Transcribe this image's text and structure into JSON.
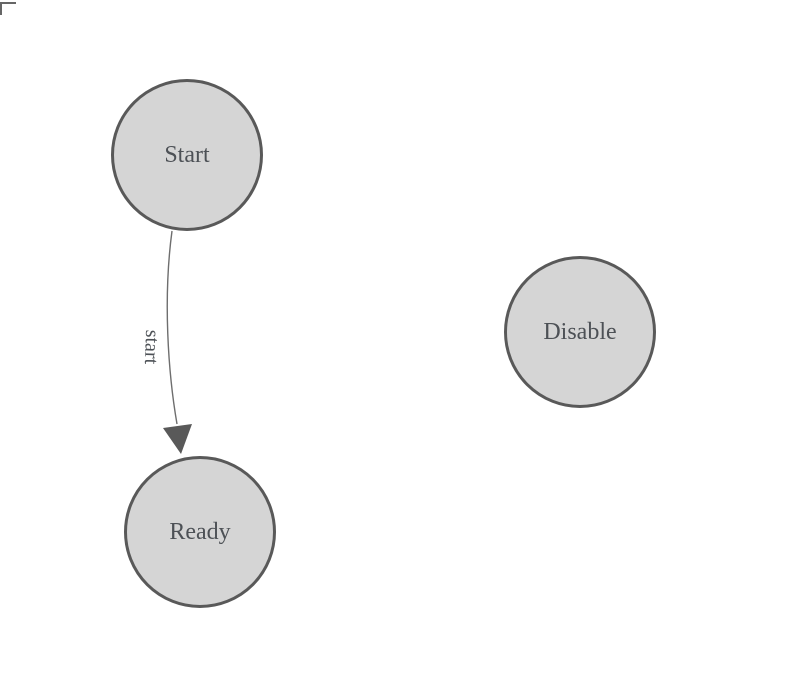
{
  "canvas": {
    "background": "#ffffff",
    "origin_marker": "corner-bracket"
  },
  "diagram": {
    "type": "state-machine",
    "nodes": [
      {
        "id": "start",
        "label": "Start"
      },
      {
        "id": "ready",
        "label": "Ready"
      },
      {
        "id": "disable",
        "label": "Disable"
      }
    ],
    "edges": [
      {
        "id": "start-to-ready",
        "label": "start",
        "from": "Start",
        "to": "Ready",
        "arrow": "filled-triangle"
      }
    ],
    "colors": {
      "node_fill": "#d5d5d5",
      "node_stroke": "#595959",
      "label_color": "#4d5156",
      "edge_stroke": "#6e6e6e",
      "arrow_fill": "#595959",
      "origin_marker": "#666666"
    }
  }
}
